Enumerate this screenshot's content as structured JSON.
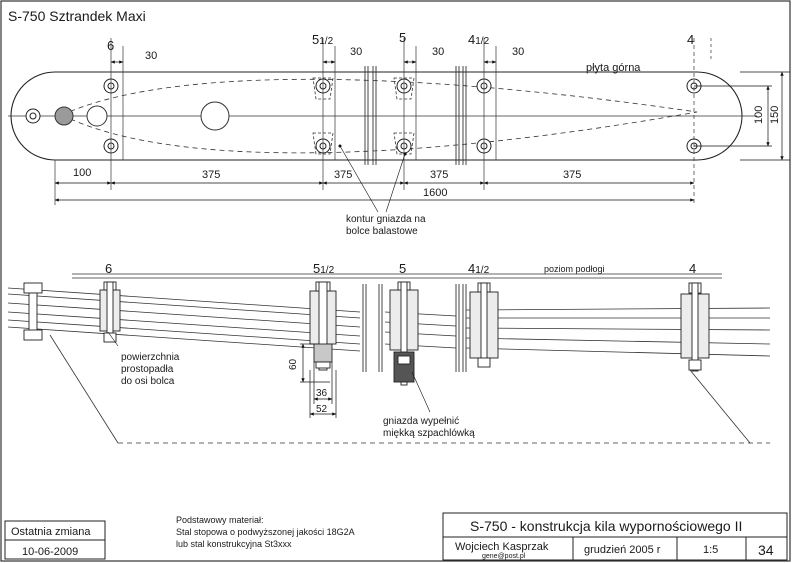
{
  "drawing": {
    "title": "S-750 Sztrandek Maxi",
    "top_view": {
      "station_labels": [
        {
          "main": "6",
          "sub": ""
        },
        {
          "main": "5",
          "sub": "1/2"
        },
        {
          "main": "5",
          "sub": ""
        },
        {
          "main": "4",
          "sub": "1/2"
        },
        {
          "main": "4",
          "sub": ""
        }
      ],
      "offset_30": "30",
      "plate_label": "płyta górna",
      "width_inner": "100",
      "width_outer": "150",
      "dims": [
        "100",
        "375",
        "375",
        "375",
        "375"
      ],
      "total": "1600",
      "pocket_note": [
        "kontur gniazda na",
        "bolce balastowe"
      ]
    },
    "side_view": {
      "station_labels": [
        {
          "main": "6",
          "sub": ""
        },
        {
          "main": "5",
          "sub": "1/2"
        },
        {
          "main": "5",
          "sub": ""
        },
        {
          "main": "4",
          "sub": "1/2"
        },
        {
          "main": "4",
          "sub": ""
        }
      ],
      "floor_label": "poziom podłogi",
      "surface_note": [
        "powierzchnia",
        "prostopadła",
        "do osi bolca"
      ],
      "dim_height": "60",
      "dim_inner": "36",
      "dim_outer": "52",
      "fill_note": [
        "gniazda wypełnić",
        "miękką szpachlówką"
      ]
    }
  },
  "material": {
    "lines": [
      "Podstawowy materiał:",
      "Stal stopowa o podwyższonej jakości 18G2A",
      "lub stal konstrukcyjna  St3xxx"
    ]
  },
  "revision": {
    "header": "Ostatnia zmiana",
    "date": "10-06-2009"
  },
  "title_block": {
    "title": "S-750 - konstrukcja kila wypornościowego II",
    "author": "Wojciech Kasprzak",
    "email": "gene@post.pl",
    "date": "grudzień 2005 r",
    "scale": "1:5",
    "sheet": "34"
  }
}
